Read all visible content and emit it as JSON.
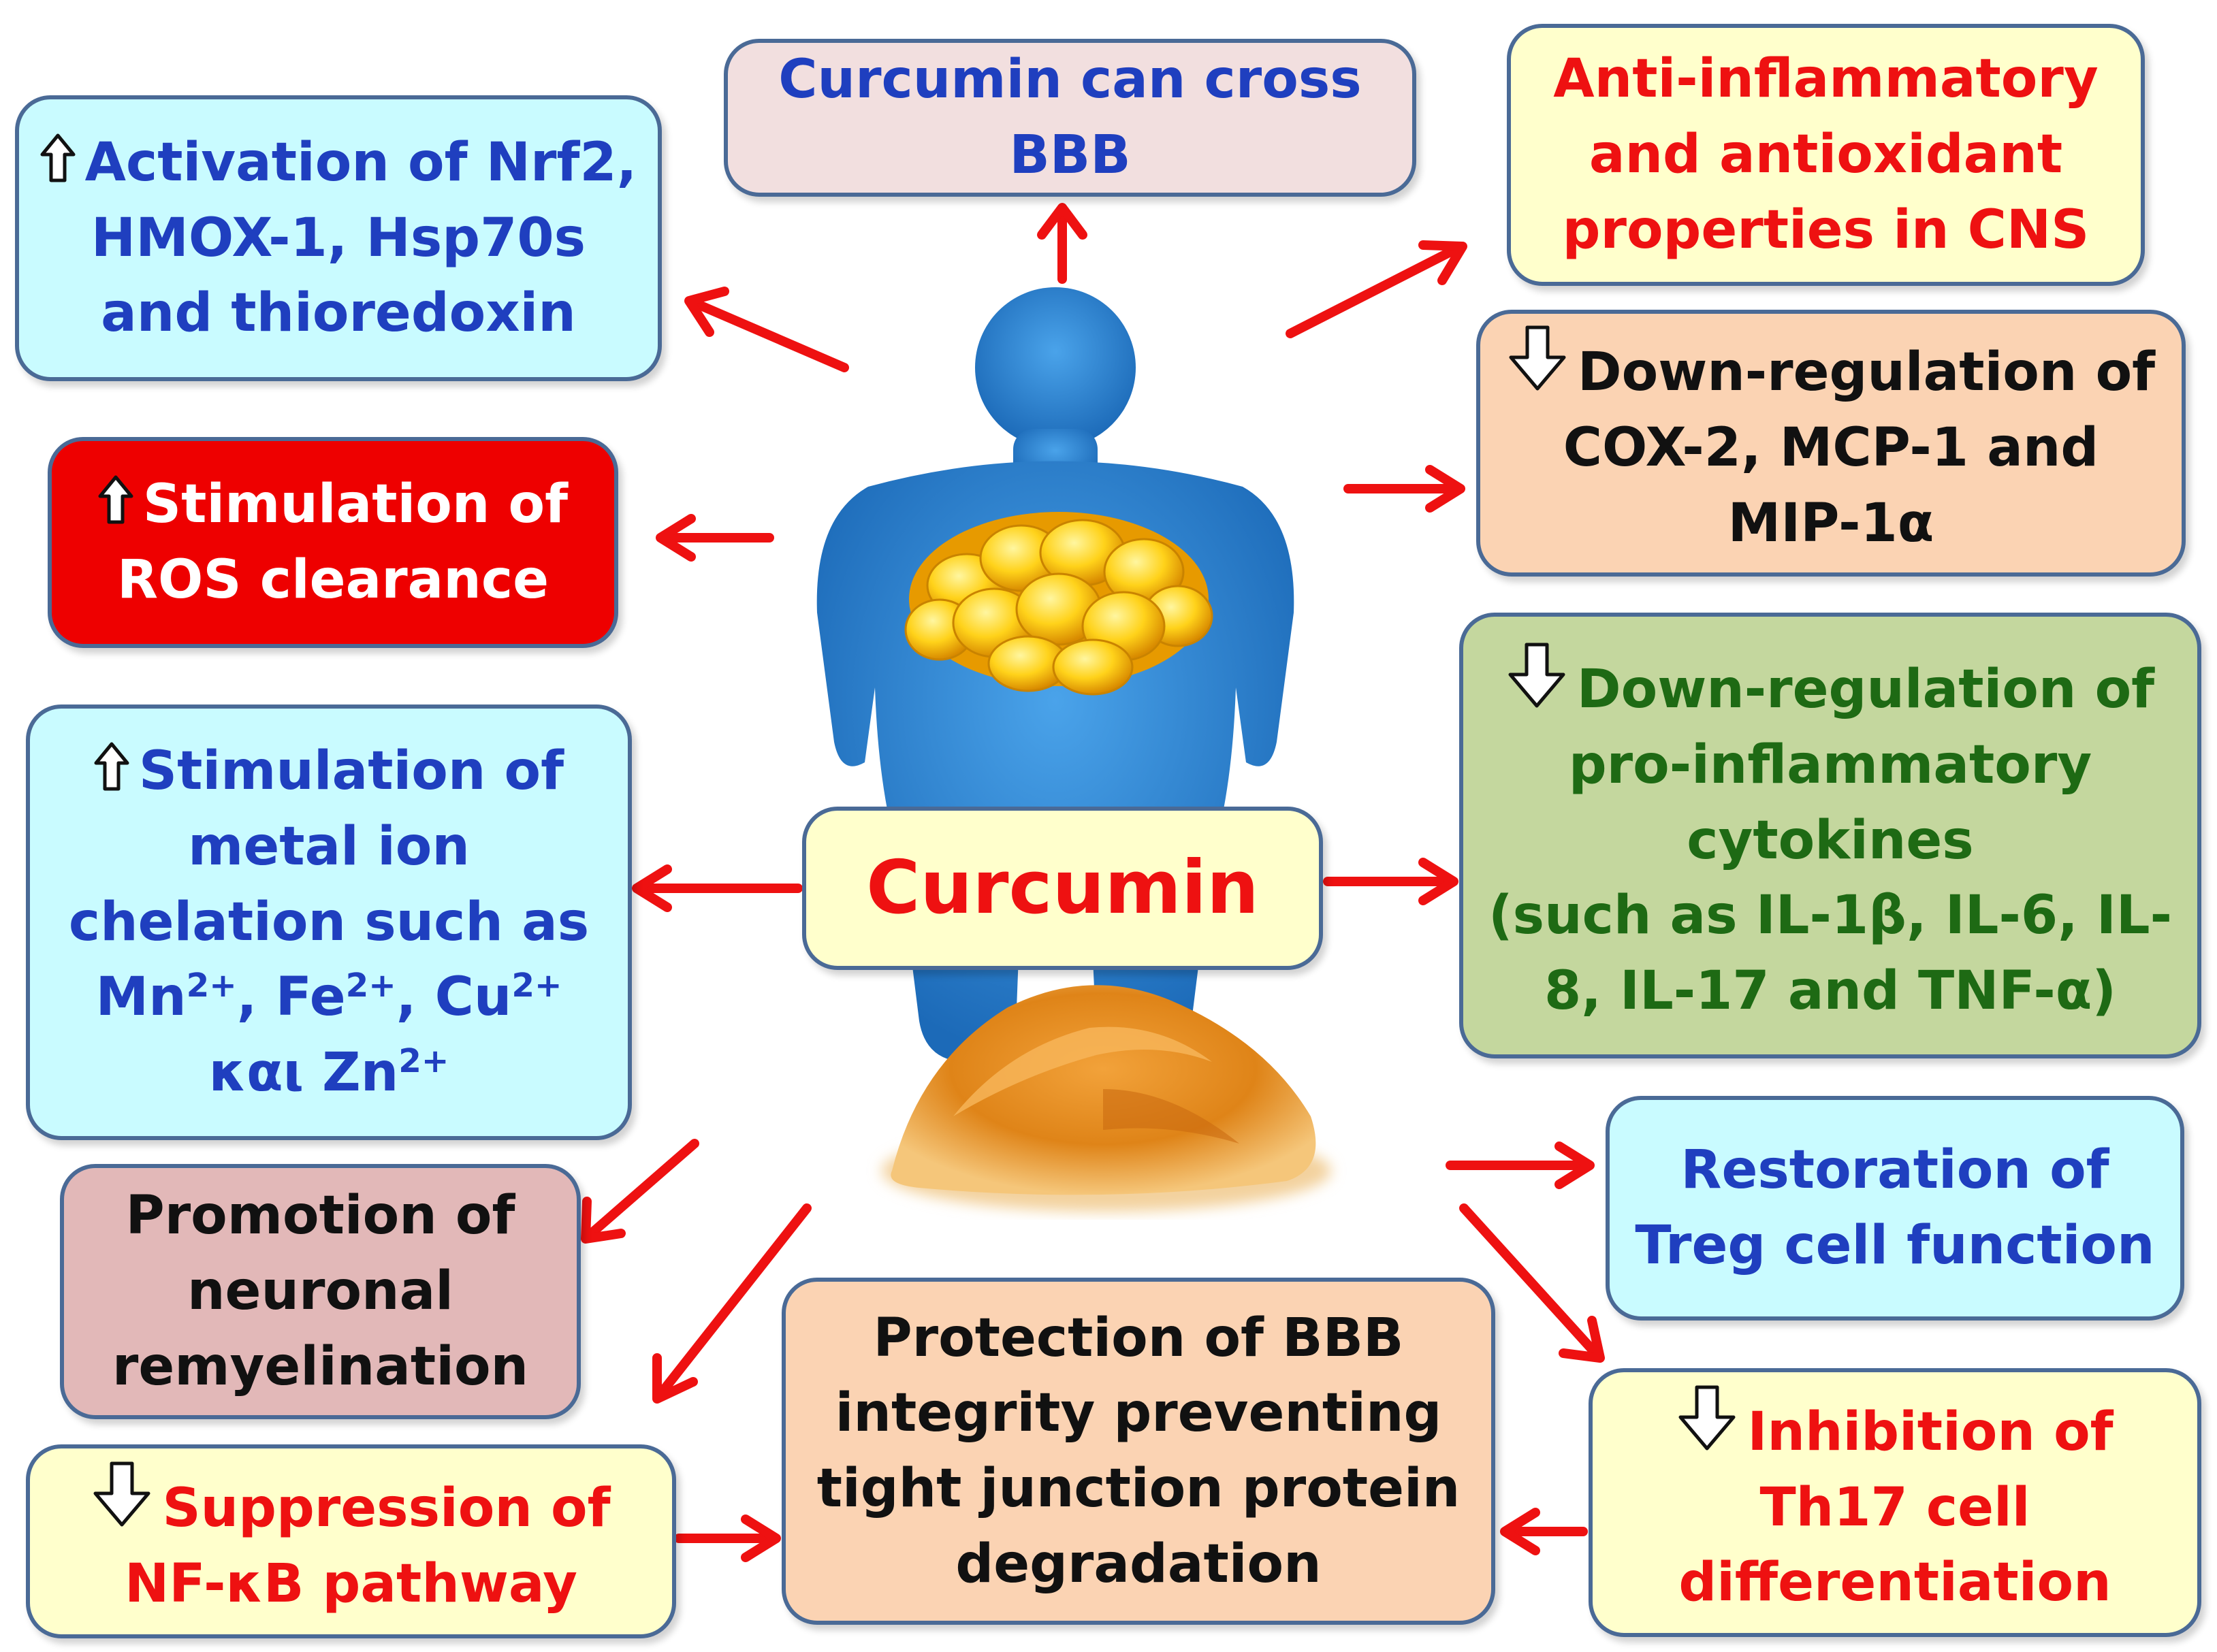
{
  "center": {
    "label": "Curcumin"
  },
  "boxes": {
    "bbb_cross": {
      "text": "Curcumin can cross BBB"
    },
    "anti_inflammatory": {
      "text": "Anti-inflammatory and antioxidant properties in CNS"
    },
    "nrf2": {
      "arrow": "up",
      "text": "Activation of Nrf2, HMOX-1, Hsp70s and thioredoxin"
    },
    "cox2": {
      "arrow": "down",
      "text": "Down-regulation of COX-2, MCP-1 and MIP-1α"
    },
    "ros": {
      "arrow": "up",
      "text": "Stimulation of ROS clearance"
    },
    "cytokines": {
      "arrow": "down",
      "line1": "Down-regulation of",
      "line2": "pro-inflammatory",
      "line3": "cytokines",
      "line4": "(such as IL-1β, IL-6, IL-",
      "line5": "8, IL-17 and TNF-α)"
    },
    "metal": {
      "arrow": "up",
      "line1": "Stimulation of",
      "line2": "metal ion",
      "line3": "chelation such as",
      "mn": "Mn",
      "fe": "Fe",
      "cu": "Cu",
      "zn": "Zn",
      "charge": "2+",
      "sep": ", ",
      "kai": "και "
    },
    "remyelination": {
      "text": "Promotion of neuronal remyelination"
    },
    "treg": {
      "text": "Restoration of Treg cell function"
    },
    "protection": {
      "text": "Protection of BBB integrity preventing tight junction protein degradation"
    },
    "nfkb": {
      "arrow": "down",
      "text": "Suppression of NF-κB pathway"
    },
    "th17": {
      "arrow": "down",
      "text": "Inhibition of Th17 cell differentiation"
    }
  },
  "icons": [
    "human-silhouette-icon",
    "fat-cells-icon",
    "curcumin-powder-icon",
    "up-arrow-icon",
    "down-arrow-icon"
  ],
  "colors": {
    "arrow": "#ee1111",
    "body": "#2a7fd0",
    "border": "#4a6a96",
    "light_blue": "#c9fbff",
    "light_yellow": "#ffffcc",
    "pink": "#f2dfdf",
    "red_box": "#ee0000",
    "peach": "#fbd3b3",
    "green_box": "#c4d79e",
    "mauve": "#e2b8b8"
  }
}
